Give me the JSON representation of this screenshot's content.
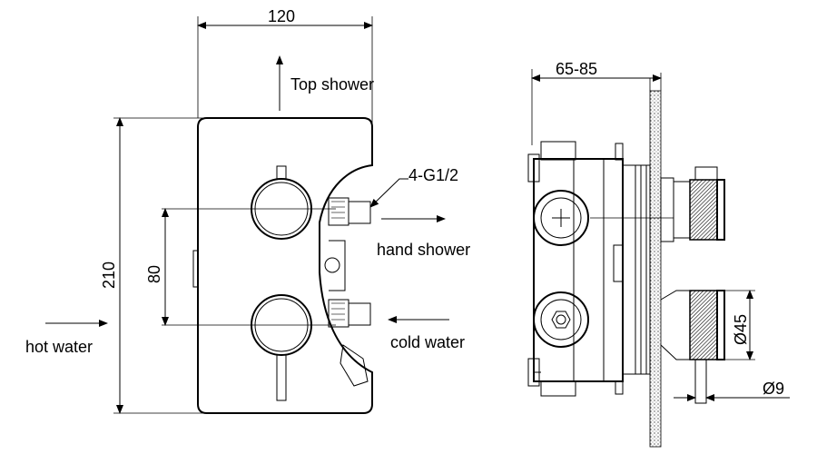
{
  "labels": {
    "width_front": "120",
    "depth_side": "65-85",
    "top_shower": "Top shower",
    "connections": "4-G1/2",
    "hand_shower": "hand shower",
    "height_front": "210",
    "spacing": "80",
    "hot_water": "hot water",
    "cold_water": "cold water",
    "diameter_handle": "Ø45",
    "diameter_lever": "Ø9"
  }
}
